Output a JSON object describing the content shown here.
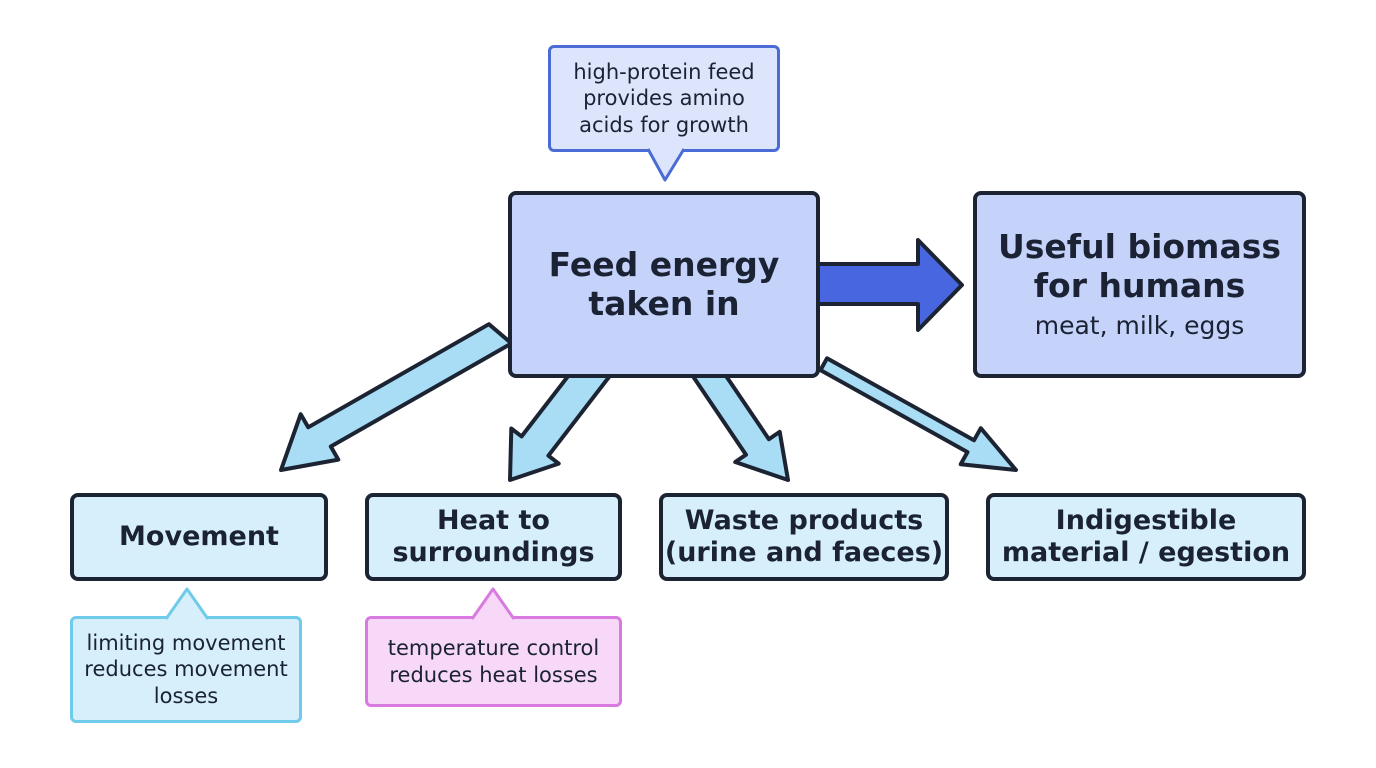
{
  "central": {
    "title": "Feed energy\ntaken in"
  },
  "useful": {
    "title": "Useful biomass\nfor humans",
    "subtitle": "meat, milk, eggs"
  },
  "outputs": [
    {
      "title": "Movement"
    },
    {
      "title": "Heat to\nsurroundings"
    },
    {
      "title": "Waste products\n(urine and faeces)"
    },
    {
      "title": "Indigestible\nmaterial / egestion"
    }
  ],
  "notes": {
    "protein": "high-protein feed\nprovides amino\nacids for growth",
    "movement": "limiting movement\nreduces movement\nlosses",
    "heat": "temperature control\nreduces heat losses"
  },
  "colors": {
    "main_box": "#c5d3fb",
    "output_box": "#d6effb",
    "main_arrow": "#4766e0",
    "loss_arrow": "#a9dcf5",
    "outline": "#1c2433",
    "note_protein_border": "#4a6cd4",
    "note_movement_border": "#6fcbea",
    "note_heat_border": "#d97ae0",
    "note_heat_fill": "#f7d8f8"
  }
}
